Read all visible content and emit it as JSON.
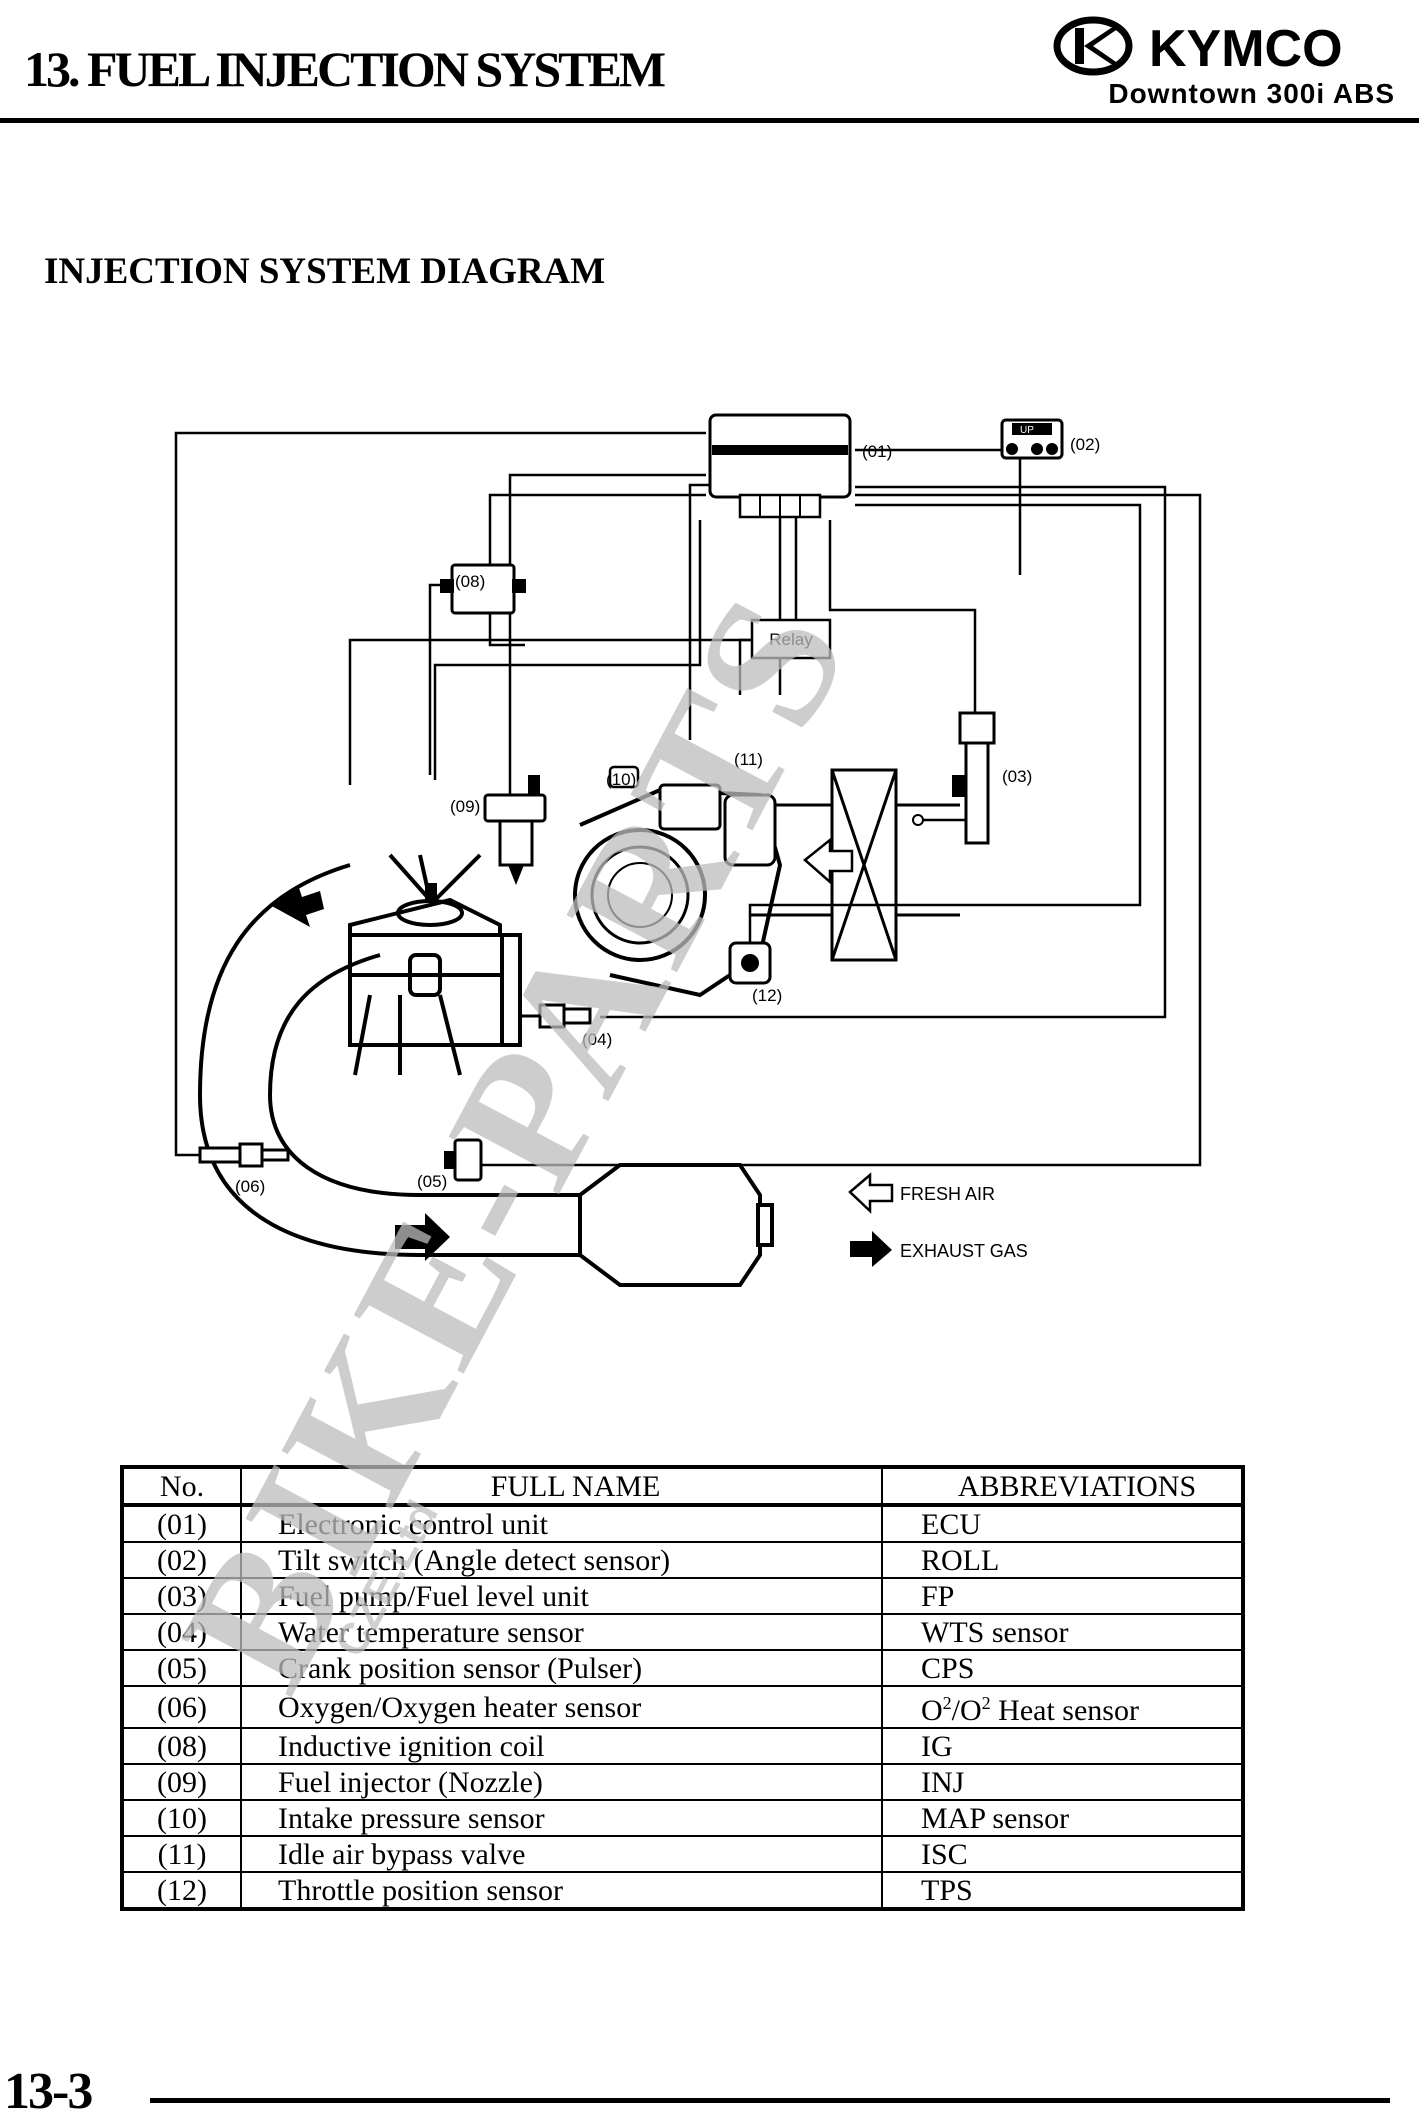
{
  "header": {
    "chapter_title": "13. FUEL INJECTION SYSTEM",
    "brand_logo_text": "KYMCO",
    "model": "Downtown 300i ABS"
  },
  "section_title": "INJECTION SYSTEM DIAGRAM",
  "diagram": {
    "labels": {
      "l01": "(01)",
      "l02": "(02)",
      "l03": "(03)",
      "l04": "(04)",
      "l05": "(05)",
      "l06": "(06)",
      "l08": "(08)",
      "l09": "(09)",
      "l10": "(10)",
      "l11": "(11)",
      "l12": "(12)",
      "relay": "Relay",
      "tilt_up": "UP"
    },
    "legend": {
      "fresh_air": "FRESH AIR",
      "exhaust_gas": "EXHAUST GAS"
    }
  },
  "table": {
    "headers": [
      "No.",
      "FULL NAME",
      "ABBREVIATIONS"
    ],
    "rows": [
      {
        "no": "(01)",
        "name": "Electronic control unit",
        "abbr": "ECU"
      },
      {
        "no": "(02)",
        "name": "Tilt switch (Angle detect sensor)",
        "abbr": "ROLL"
      },
      {
        "no": "(03)",
        "name": "Fuel pump/Fuel level unit",
        "abbr": "FP"
      },
      {
        "no": "(04)",
        "name": "Water temperature sensor",
        "abbr": "WTS sensor"
      },
      {
        "no": "(05)",
        "name": "Crank position sensor (Pulser)",
        "abbr": "CPS"
      },
      {
        "no": "(06)",
        "name": "Oxygen/Oxygen heater sensor",
        "abbr": "O",
        "abbr_sup1": "2",
        "abbr_mid": "/O",
        "abbr_sup2": "2",
        "abbr_tail": " Heat sensor"
      },
      {
        "no": "(08)",
        "name": "Inductive ignition coil",
        "abbr": "IG"
      },
      {
        "no": "(09)",
        "name": "Fuel injector (Nozzle)",
        "abbr": "INJ"
      },
      {
        "no": "(10)",
        "name": "Intake pressure sensor",
        "abbr": "MAP sensor"
      },
      {
        "no": "(11)",
        "name": "Idle air bypass valve",
        "abbr": "ISC"
      },
      {
        "no": "(12)",
        "name": "Throttle position sensor",
        "abbr": "TPS"
      }
    ]
  },
  "watermark": {
    "text": "BIKE-PARTS",
    "sub": "CZE.Ltd",
    "color": "#bcbcbc"
  },
  "footer": {
    "page_number": "13-3"
  }
}
